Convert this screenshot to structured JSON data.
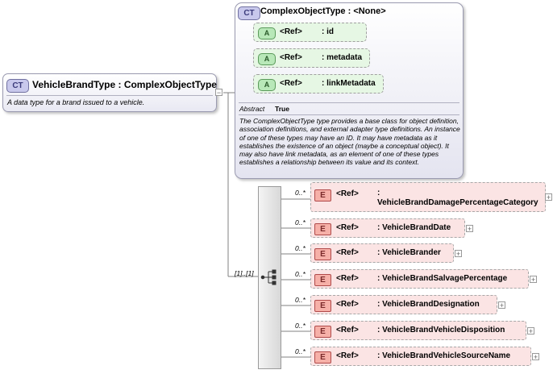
{
  "main_type": {
    "tag": "CT",
    "title": "VehicleBrandType : ComplexObjectType",
    "documentation": "A data type for a brand issued to a vehicle."
  },
  "base_type": {
    "tag": "CT",
    "title": "ComplexObjectType : <None>",
    "attributes": [
      {
        "tag": "A",
        "ref": "<Ref>",
        "name": ": id"
      },
      {
        "tag": "A",
        "ref": "<Ref>",
        "name": ": metadata"
      },
      {
        "tag": "A",
        "ref": "<Ref>",
        "name": ": linkMetadata"
      }
    ],
    "abstract_label": "Abstract",
    "abstract_value": "True",
    "documentation": "The ComplexObjectType type provides a base class for object definition, association definitions, and external adapter type definitions. An instance of one of these types may have an ID. It may have metadata as it establishes the existence of an object (maybe a conceptual object). It may also have link metadata, as an element of one of these types establishes a relationship between its value and its context."
  },
  "sequence": {
    "cardinality": "[1]..[1]"
  },
  "elements": [
    {
      "tag": "E",
      "cardinality": "0..*",
      "ref": "<Ref>",
      "name": ": VehicleBrandDamagePercentageCategory"
    },
    {
      "tag": "E",
      "cardinality": "0..*",
      "ref": "<Ref>",
      "name": ": VehicleBrandDate"
    },
    {
      "tag": "E",
      "cardinality": "0..*",
      "ref": "<Ref>",
      "name": ": VehicleBrander"
    },
    {
      "tag": "E",
      "cardinality": "0..*",
      "ref": "<Ref>",
      "name": ": VehicleBrandSalvagePercentage"
    },
    {
      "tag": "E",
      "cardinality": "0..*",
      "ref": "<Ref>",
      "name": ": VehicleBrandDesignation"
    },
    {
      "tag": "E",
      "cardinality": "0..*",
      "ref": "<Ref>",
      "name": ": VehicleBrandVehicleDisposition"
    },
    {
      "tag": "E",
      "cardinality": "0..*",
      "ref": "<Ref>",
      "name": ": VehicleBrandVehicleSourceName"
    }
  ],
  "icons": {
    "expander": "plus-icon",
    "collapse": "minus-icon",
    "sequence": "sequence-icon"
  },
  "colors": {
    "complex_type_tag": "#c8c8ec",
    "attribute_bg": "#e6f7e4",
    "element_bg": "#fbe4e4",
    "element_tag": "#f6b0a8"
  }
}
